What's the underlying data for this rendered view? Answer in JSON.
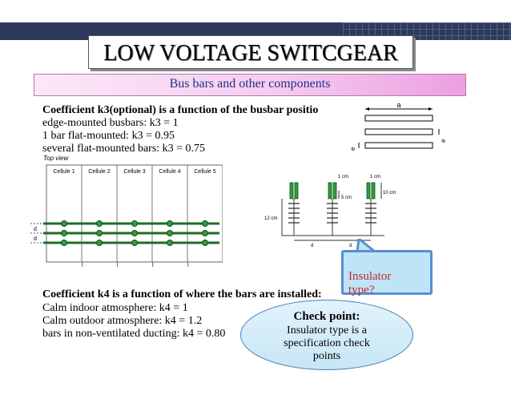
{
  "title": "LOW VOLTAGE SWITCGEAR",
  "subtitle": "Bus bars and other components",
  "k3": {
    "heading": "Coefficient k3(optional) is a function of the busbar positio",
    "lines": [
      "edge-mounted busbars: k3 = 1",
      "1 bar flat-mounted: k3 = 0.95",
      "several flat-mounted bars: k3 = 0.75"
    ]
  },
  "busbar_fig": {
    "a_label": "a",
    "left_label": "e",
    "right_label": "e"
  },
  "topview": {
    "label": "Top view",
    "cells": [
      "Cellule 1",
      "Cellule 2",
      "Cellule 3",
      "Cellule 4",
      "Cellule 5"
    ],
    "d_label": "d",
    "l_label": "l"
  },
  "insulator_fig": {
    "dim_1cm_a": "1 cm",
    "dim_1cm_b": "1 cm",
    "dim_10cm": "10 cm",
    "dim_5cm": "5 cm",
    "dim_12cm": "12 cm",
    "d1": "d",
    "d2": "d"
  },
  "callout": {
    "text_line1": "Insulator",
    "text_line2": "type?"
  },
  "k4": {
    "heading": "Coefficient k4 is a function of where the bars are installed:",
    "lines": [
      "Calm indoor atmosphere: k4 = 1",
      "Calm outdoor atmosphere: k4 = 1.2",
      "bars in non-ventilated ducting: k4 = 0.80"
    ]
  },
  "checkpoint": {
    "heading": "Check point:",
    "lines": [
      "Insulator type is a",
      "specification check",
      "points"
    ]
  },
  "colors": {
    "band": "#2e3a5c",
    "subtitle_text": "#22308a",
    "callout_text": "#c0282a",
    "busbar_green": "#2e9e3e"
  }
}
